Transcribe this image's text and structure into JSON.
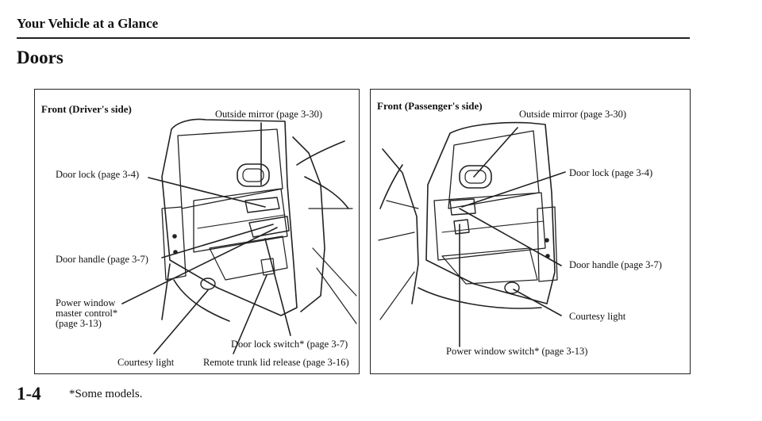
{
  "header": {
    "title": "Your Vehicle at a Glance"
  },
  "section": {
    "title": "Doors"
  },
  "left_panel": {
    "title": "Front (Driver's side)",
    "labels": {
      "outside_mirror": "Outside mirror (page 3-30)",
      "door_lock": "Door lock (page 3-4)",
      "door_handle": "Door handle (page 3-7)",
      "power_window_1": "Power window",
      "power_window_2": "master control*",
      "power_window_3": "(page 3-13)",
      "door_lock_switch": "Door lock switch* (page 3-7)",
      "courtesy_light": "Courtesy light",
      "remote_trunk": "Remote trunk lid release (page 3-16)"
    }
  },
  "right_panel": {
    "title": "Front (Passenger's side)",
    "labels": {
      "outside_mirror": "Outside mirror (page 3-30)",
      "door_lock": "Door lock (page 3-4)",
      "door_handle": "Door handle (page 3-7)",
      "courtesy_light": "Courtesy light",
      "power_window_switch": "Power window switch* (page 3-13)"
    }
  },
  "footer": {
    "page_number": "1-4",
    "note": "*Some models."
  }
}
